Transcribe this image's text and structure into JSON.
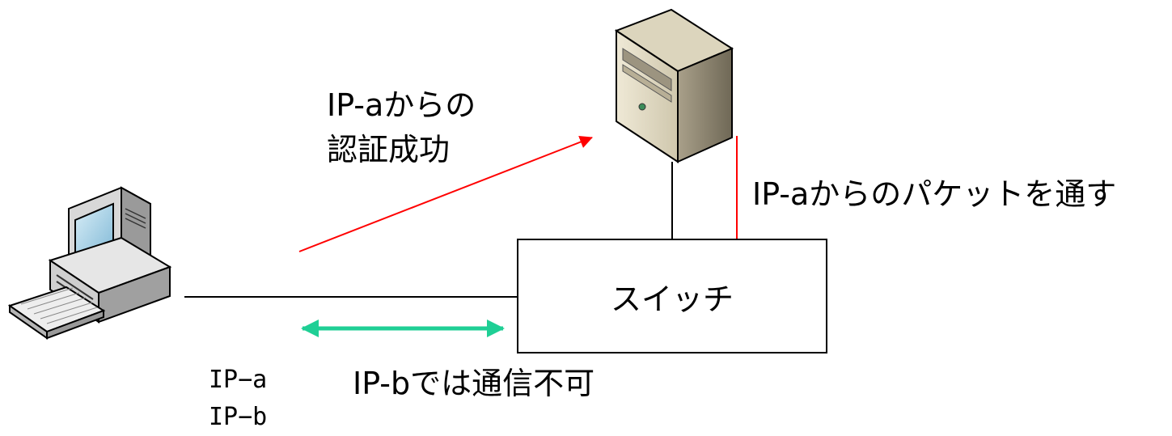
{
  "labels": {
    "auth_success_line1": "IP-aからの",
    "auth_success_line2": "認証成功",
    "pass_packets": "IP-aからのパケットを通す",
    "switch": "スイッチ",
    "ip_b_blocked": "IP-bでは通信不可",
    "ip_a": "IP−a",
    "ip_b": "IP−b"
  },
  "colors": {
    "auth_arrow": "#ff0000",
    "pass_arrow": "#ff0000",
    "blocked_arrow": "#1fcf95",
    "lines": "#000000"
  },
  "icons": {
    "client": "desktop-computer-icon",
    "server": "tower-server-icon"
  }
}
